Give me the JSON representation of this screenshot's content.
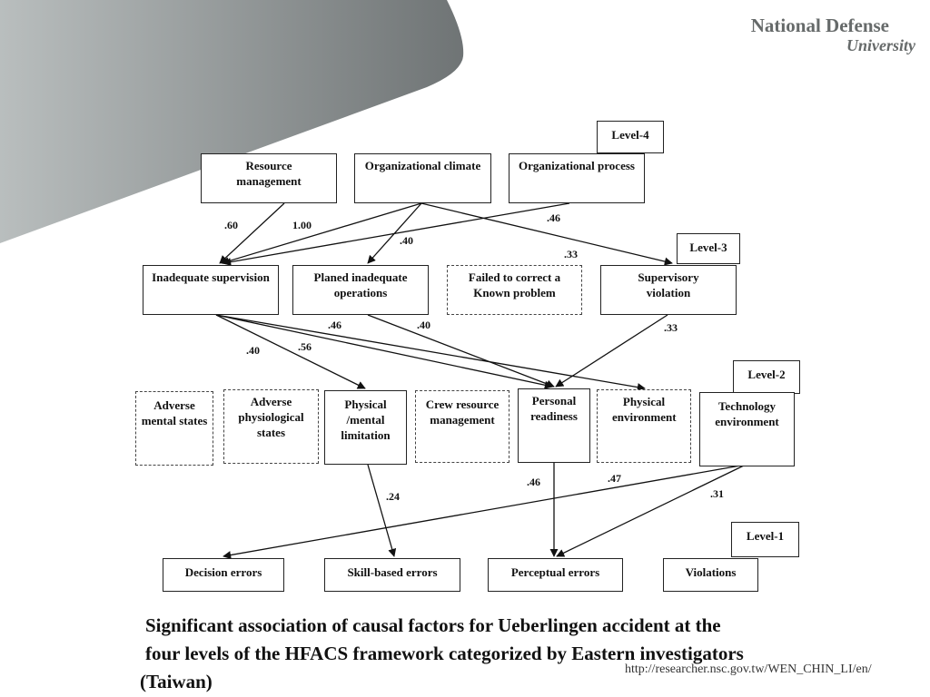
{
  "brand": {
    "line1": "National Defense",
    "line2": "University"
  },
  "levels": {
    "level4": "Level-4",
    "level3": "Level-3",
    "level2": "Level-2",
    "level1": "Level-1"
  },
  "factors": {
    "resource_management": "Resource management",
    "organizational_climate": "Organizational climate",
    "organizational_process": "Organizational process",
    "inadequate_supervision": "Inadequate supervision",
    "planed_inadequate_operations": "Planed inadequate operations",
    "failed_to_correct": "Failed to correct a Known problem",
    "supervisory_violation": "Supervisory violation",
    "adverse_mental_states": "Adverse mental states",
    "adverse_physiological_states": "Adverse physiological states",
    "physical_mental_limitation": "Physical /mental limitation",
    "crew_resource_management": "Crew resource management",
    "personal_readiness": "Personal readiness",
    "physical_environment": "Physical environment",
    "technology_environment": "Technology environment",
    "decision_errors": "Decision errors",
    "skill_based_errors": "Skill-based errors",
    "perceptual_errors": "Perceptual errors",
    "violations": "Violations"
  },
  "coefficients": {
    "c1": ".60",
    "c2": "1.00",
    "c3": ".40",
    "c4": ".46",
    "c5": ".33",
    "c6": ".46",
    "c7": ".40",
    "c8": ".40",
    "c9": ".56",
    "c10": ".33",
    "c11": ".24",
    "c12": ".46",
    "c13": ".47",
    "c14": ".31"
  },
  "caption": {
    "line1": "Significant association of causal factors for Ueberlingen accident at the",
    "line2": "four levels of the HFACS framework categorized by Eastern investigators",
    "line3": "(Taiwan)"
  },
  "source_url": "http://researcher.nsc.gov.tw/WEN_CHIN_LI/en/",
  "colors": {
    "decor_dark": "#6f7475",
    "decor_light": "#b9bebe",
    "brand": "#666a6a"
  }
}
